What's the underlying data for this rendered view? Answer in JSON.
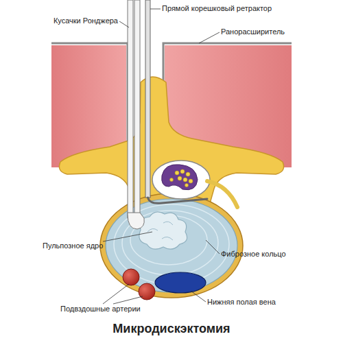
{
  "diagram": {
    "title": "Микродискэктомия",
    "labels": [
      "Прямой корешковый ретрактор",
      "Кусачки Ронджера",
      "Ранорасширитель",
      "Пульпозное ядро",
      "Фиброзное кольцо",
      "Подвздошные артерии",
      "Нижняя полая вена"
    ]
  }
}
